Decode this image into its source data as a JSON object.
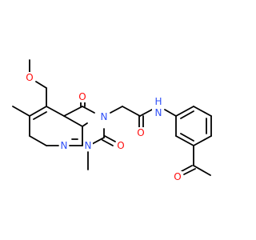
{
  "molecule": {
    "colors": {
      "bond": "#000000",
      "oxygen": "#ff0d0d",
      "nitrogen": "#3050f8"
    },
    "atom_labels": {
      "methoxy_o": "O",
      "c4_o": "O",
      "n3": "N",
      "c2_o": "O",
      "n8": "N",
      "n1": "N",
      "amide_o": "O",
      "amide_nh": "N",
      "amide_h": "H",
      "acetyl_o": "O"
    }
  }
}
